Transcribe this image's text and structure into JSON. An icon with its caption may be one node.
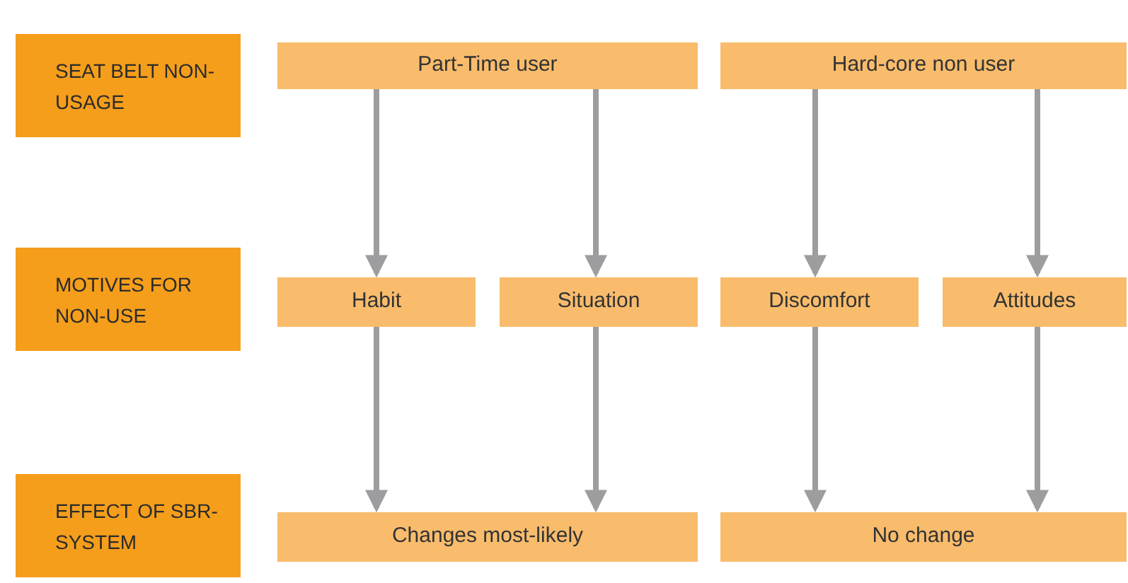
{
  "diagram": {
    "nodes": [
      {
        "text": [
          "SEAT BELT NON-USAGE"
        ]
      },
      {
        "text": [
          "MOTIVES FOR NON-USE"
        ]
      },
      {
        "text": [
          "EFFECT OF SBR-SYSTEM"
        ]
      },
      {
        "text": [
          "Part-Time user"
        ]
      },
      {
        "text": [
          "Hard-core non user"
        ]
      },
      {
        "text": [
          "Habit"
        ]
      },
      {
        "text": [
          "Situation"
        ]
      },
      {
        "text": [
          "Discomfort"
        ]
      },
      {
        "text": [
          "Attitudes"
        ]
      },
      {
        "text": [
          "Changes most-likely"
        ]
      },
      {
        "text": [
          "No change"
        ]
      }
    ],
    "edges": [
      {
        "from": 3,
        "to": 5,
        "arrow": "to"
      },
      {
        "from": 3,
        "to": 6,
        "arrow": "to"
      },
      {
        "from": 4,
        "to": 7,
        "arrow": "to"
      },
      {
        "from": 4,
        "to": 8,
        "arrow": "to"
      },
      {
        "from": 5,
        "to": 9,
        "arrow": "to"
      },
      {
        "from": 6,
        "to": 9,
        "arrow": "to"
      },
      {
        "from": 7,
        "to": 10,
        "arrow": "to"
      },
      {
        "from": 8,
        "to": 10,
        "arrow": "to"
      }
    ]
  }
}
